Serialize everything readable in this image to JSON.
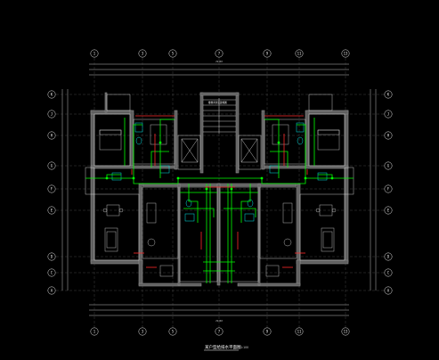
{
  "drawing": {
    "title": "某户型给排水平面图",
    "scale": "1:100",
    "stair_note": "楼梯间详见建施图"
  },
  "axis_top": [
    "1",
    "3",
    "5",
    "7",
    "9",
    "11",
    "13"
  ],
  "axis_bottom": [
    "1",
    "3",
    "5",
    "7",
    "9",
    "11",
    "13"
  ],
  "axis_left": [
    "K",
    "J",
    "H",
    "G",
    "F",
    "E",
    "D",
    "C",
    "A"
  ],
  "axis_right": [
    "K",
    "J",
    "H",
    "G",
    "F",
    "E",
    "D",
    "C",
    "A"
  ],
  "dimensions_top_overall": "29400",
  "dimensions_bottom_overall": "29400",
  "colors": {
    "background": "#000000",
    "wall": "#8a8a8a",
    "wall_fill": "#5f5f5f",
    "line_white": "#e8e8e8",
    "supply_pipe": "#00ff00",
    "drain_pipe": "#ff2a2a",
    "fixture": "#00e5e5",
    "furniture": "#c8c8c8",
    "dim": "#bdbdbd"
  }
}
